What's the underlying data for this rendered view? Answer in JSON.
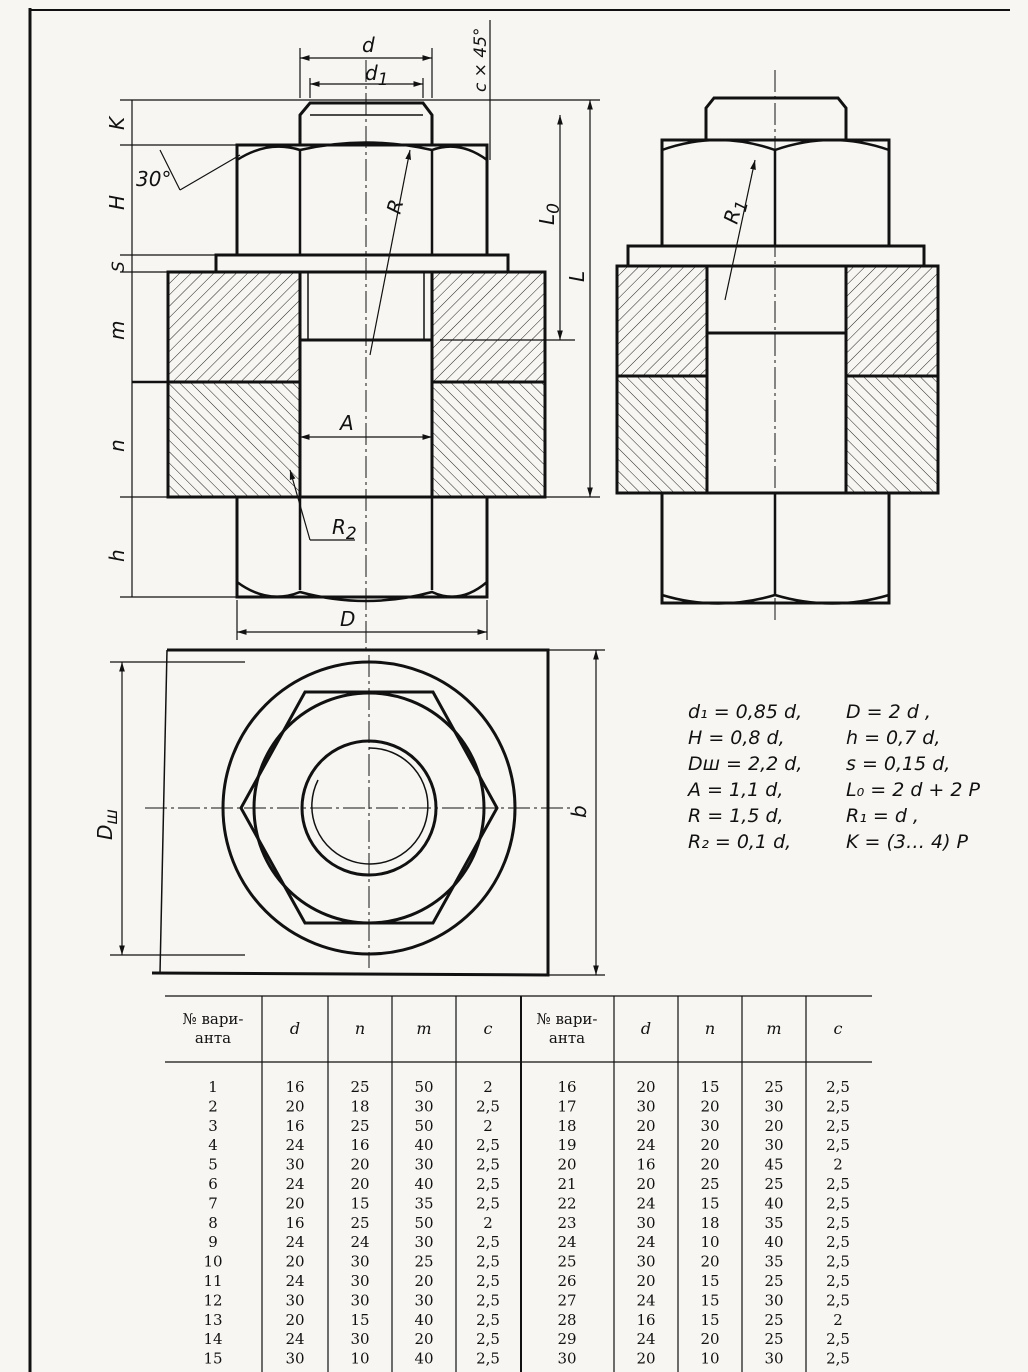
{
  "labels": {
    "d": "d",
    "d1": "d",
    "d1_sub": "1",
    "c45": "c × 45°",
    "K": "K",
    "H": "H",
    "angle": "30°",
    "R": "R",
    "L0": "L",
    "L0_sub": "0",
    "L": "L",
    "S": "S",
    "m": "m",
    "n": "n",
    "A": "A",
    "R2": "R",
    "R2_sub": "2",
    "h": "h",
    "D": "D",
    "R1": "R",
    "R1_sub": "1",
    "Dsh": "D",
    "Dsh_sub": "ш",
    "b": "b"
  },
  "formulas_left": [
    "d₁ = 0,85 d,",
    "H  = 0,8 d,",
    "Dш = 2,2 d,",
    "A  = 1,1 d,",
    "R  = 1,5 d,",
    "R₂ = 0,1 d,"
  ],
  "formulas_right": [
    "D = 2 d ,",
    "h = 0,7 d,",
    "s = 0,15 d,",
    "L₀ = 2 d + 2 P",
    "R₁ = d ,",
    "K = (3… 4) P"
  ],
  "table": {
    "header_variant": [
      "№ вари-",
      "анта"
    ],
    "headers": [
      "d",
      "n",
      "m",
      "c"
    ],
    "left_rows": [
      [
        "1",
        "16",
        "25",
        "50",
        "2"
      ],
      [
        "2",
        "20",
        "18",
        "30",
        "2,5"
      ],
      [
        "3",
        "16",
        "25",
        "50",
        "2"
      ],
      [
        "4",
        "24",
        "16",
        "40",
        "2,5"
      ],
      [
        "5",
        "30",
        "20",
        "30",
        "2,5"
      ],
      [
        "6",
        "24",
        "20",
        "40",
        "2,5"
      ],
      [
        "7",
        "20",
        "15",
        "35",
        "2,5"
      ],
      [
        "8",
        "16",
        "25",
        "50",
        "2"
      ],
      [
        "9",
        "24",
        "24",
        "30",
        "2,5"
      ],
      [
        "10",
        "20",
        "30",
        "25",
        "2,5"
      ],
      [
        "11",
        "24",
        "30",
        "20",
        "2,5"
      ],
      [
        "12",
        "30",
        "30",
        "30",
        "2,5"
      ],
      [
        "13",
        "20",
        "15",
        "40",
        "2,5"
      ],
      [
        "14",
        "24",
        "30",
        "20",
        "2,5"
      ],
      [
        "15",
        "30",
        "10",
        "40",
        "2,5"
      ]
    ],
    "right_rows": [
      [
        "16",
        "20",
        "15",
        "25",
        "2,5"
      ],
      [
        "17",
        "30",
        "20",
        "30",
        "2,5"
      ],
      [
        "18",
        "20",
        "30",
        "20",
        "2,5"
      ],
      [
        "19",
        "24",
        "20",
        "30",
        "2,5"
      ],
      [
        "20",
        "16",
        "20",
        "45",
        "2"
      ],
      [
        "21",
        "20",
        "25",
        "25",
        "2,5"
      ],
      [
        "22",
        "24",
        "15",
        "40",
        "2,5"
      ],
      [
        "23",
        "30",
        "18",
        "35",
        "2,5"
      ],
      [
        "24",
        "24",
        "10",
        "40",
        "2,5"
      ],
      [
        "25",
        "30",
        "20",
        "35",
        "2,5"
      ],
      [
        "26",
        "20",
        "15",
        "25",
        "2,5"
      ],
      [
        "27",
        "24",
        "15",
        "30",
        "2,5"
      ],
      [
        "28",
        "16",
        "15",
        "25",
        "2"
      ],
      [
        "29",
        "24",
        "20",
        "25",
        "2,5"
      ],
      [
        "30",
        "20",
        "10",
        "30",
        "2,5"
      ]
    ]
  }
}
